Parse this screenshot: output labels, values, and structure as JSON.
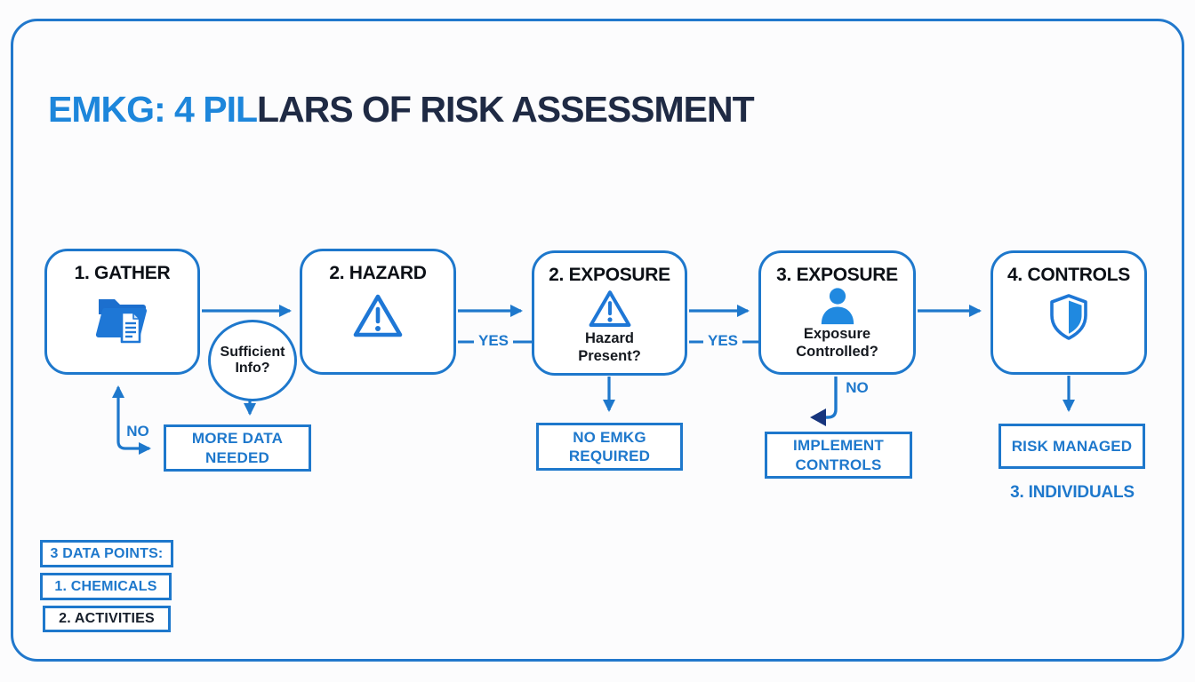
{
  "title": {
    "part1": "EMKG: 4 PIL",
    "part2": "LARS OF RISK ASSESSMENT"
  },
  "pillars": [
    {
      "title": "1. GATHER",
      "icon": "open-folder-document-icon"
    },
    {
      "title": "2. HAZARD",
      "icon": "warning-triangle-icon"
    },
    {
      "title": "2. EXPOSURE",
      "icon": "warning-triangle-icon",
      "question": "Hazard Present?"
    },
    {
      "title": "3. EXPOSURE",
      "icon": "person-icon",
      "question": "Exposure Controlled?"
    },
    {
      "title": "4. CONTROLS",
      "icon": "shield-icon"
    }
  ],
  "decision_circle": {
    "label": "Sufficient Info?"
  },
  "connector_labels": {
    "yes_hazard": "YES",
    "yes_exposure": "YES",
    "no_sufficient": "NO",
    "no_controlled": "NO"
  },
  "outcome_boxes": {
    "more_data": {
      "line1": "MORE DATA",
      "line2": "NEEDED"
    },
    "no_emkg": {
      "line1": "NO EMKG",
      "line2": "REQUIRED"
    },
    "implement": {
      "line1": "IMPLEMENT",
      "line2": "CONTROLS"
    },
    "risk_managed": {
      "line1": "RISK MANAGED"
    }
  },
  "footnote": {
    "individuals": "3. INDIVIDUALS"
  },
  "legend": {
    "header": "3 DATA POINTS:",
    "item1": "1. CHEMICALS",
    "item2": "2. ACTIVITIES"
  },
  "colors": {
    "accent": "#1e78cc",
    "title_blue": "#1d86db",
    "title_dark": "#1f2a44",
    "icon_blue": "#1e77d6",
    "icon_fill": "#2089e0",
    "dark_arrowhead": "#17357d",
    "background": "#fcfcfd"
  }
}
